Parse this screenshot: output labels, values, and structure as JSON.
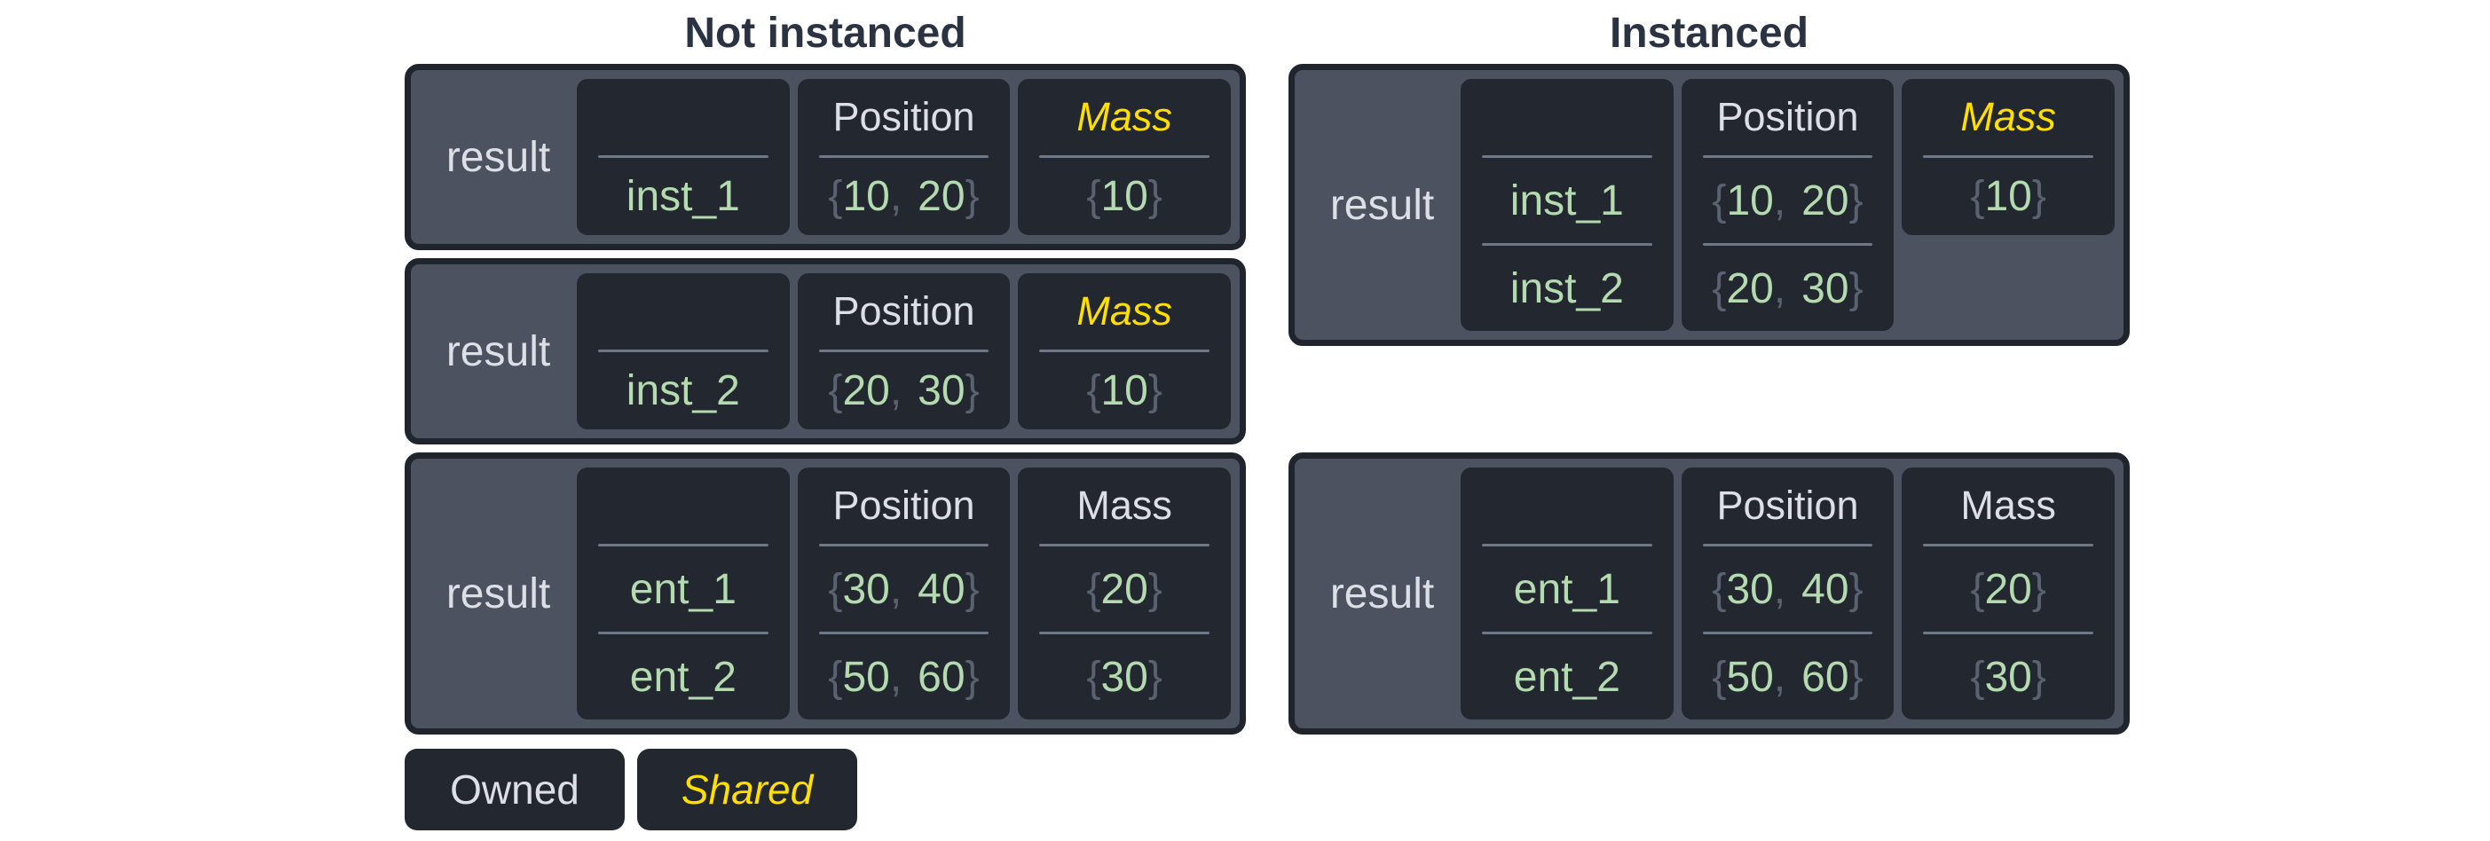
{
  "titles": {
    "left": "Not instanced",
    "right": "Instanced"
  },
  "punct": {
    "open": "{",
    "close": "}",
    "comma": ","
  },
  "left": {
    "boxes": [
      {
        "result": "result",
        "headers": {
          "entity": "",
          "position": "Position",
          "mass": "Mass"
        },
        "mass_shared": true,
        "rows": [
          {
            "entity": "inst_1",
            "position": [
              "10",
              "20"
            ],
            "mass": [
              "10"
            ]
          }
        ]
      },
      {
        "result": "result",
        "headers": {
          "entity": "",
          "position": "Position",
          "mass": "Mass"
        },
        "mass_shared": true,
        "rows": [
          {
            "entity": "inst_2",
            "position": [
              "20",
              "30"
            ],
            "mass": [
              "10"
            ]
          }
        ]
      },
      {
        "result": "result",
        "headers": {
          "entity": "",
          "position": "Position",
          "mass": "Mass"
        },
        "mass_shared": false,
        "rows": [
          {
            "entity": "ent_1",
            "position": [
              "30",
              "40"
            ],
            "mass": [
              "20"
            ]
          },
          {
            "entity": "ent_2",
            "position": [
              "50",
              "60"
            ],
            "mass": [
              "30"
            ]
          }
        ]
      }
    ]
  },
  "right": {
    "boxes": [
      {
        "result": "result",
        "headers": {
          "entity": "",
          "position": "Position",
          "mass": "Mass"
        },
        "mass_shared": true,
        "rows": [
          {
            "entity": "inst_1",
            "position": [
              "10",
              "20"
            ],
            "mass": [
              "10"
            ]
          },
          {
            "entity": "inst_2",
            "position": [
              "20",
              "30"
            ]
          }
        ]
      },
      {
        "result": "result",
        "headers": {
          "entity": "",
          "position": "Position",
          "mass": "Mass"
        },
        "mass_shared": false,
        "rows": [
          {
            "entity": "ent_1",
            "position": [
              "30",
              "40"
            ],
            "mass": [
              "20"
            ]
          },
          {
            "entity": "ent_2",
            "position": [
              "50",
              "60"
            ],
            "mass": [
              "30"
            ]
          }
        ]
      }
    ]
  },
  "legend": {
    "owned": "Owned",
    "shared": "Shared"
  },
  "colors": {
    "shared_yellow": "#ffdf00",
    "value_green": "#b4dab0",
    "brace_gray": "#5a6170",
    "frame_fill": "#4d5260",
    "frame_border": "#20242c",
    "cell_fill": "#23272f",
    "title_text": "#2b3342",
    "light_text": "#dcdfe5"
  }
}
